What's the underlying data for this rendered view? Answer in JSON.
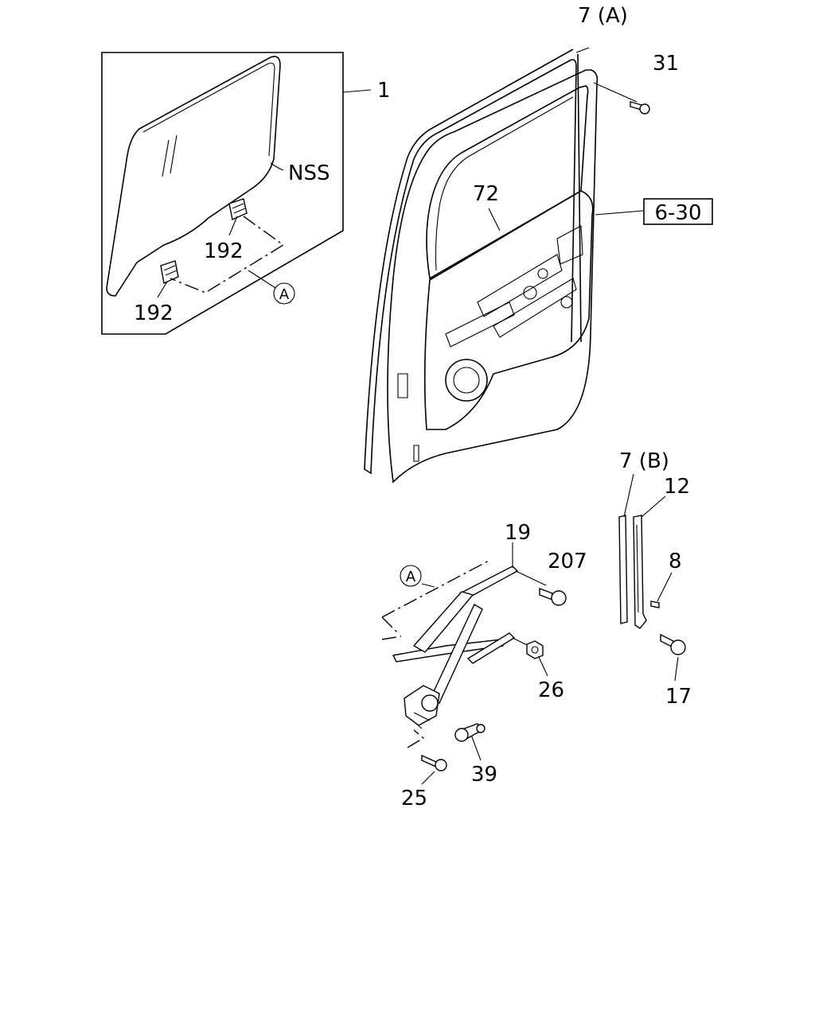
{
  "labels": {
    "glass_assembly": "1",
    "glass_note": "NSS",
    "clip_upper": "192",
    "clip_lower": "192",
    "ref_a_upper": "A",
    "weatherstrip_a": "7 (A)",
    "fastener_31": "31",
    "panel_72": "72",
    "page_ref": "6-30",
    "weatherstrip_b": "7 (B)",
    "channel_12": "12",
    "screw_8": "8",
    "regulator_19": "19",
    "bolt_207": "207",
    "ref_a_lower": "A",
    "nut_26": "26",
    "bolt_17": "17",
    "handle_39": "39",
    "screw_25": "25"
  }
}
